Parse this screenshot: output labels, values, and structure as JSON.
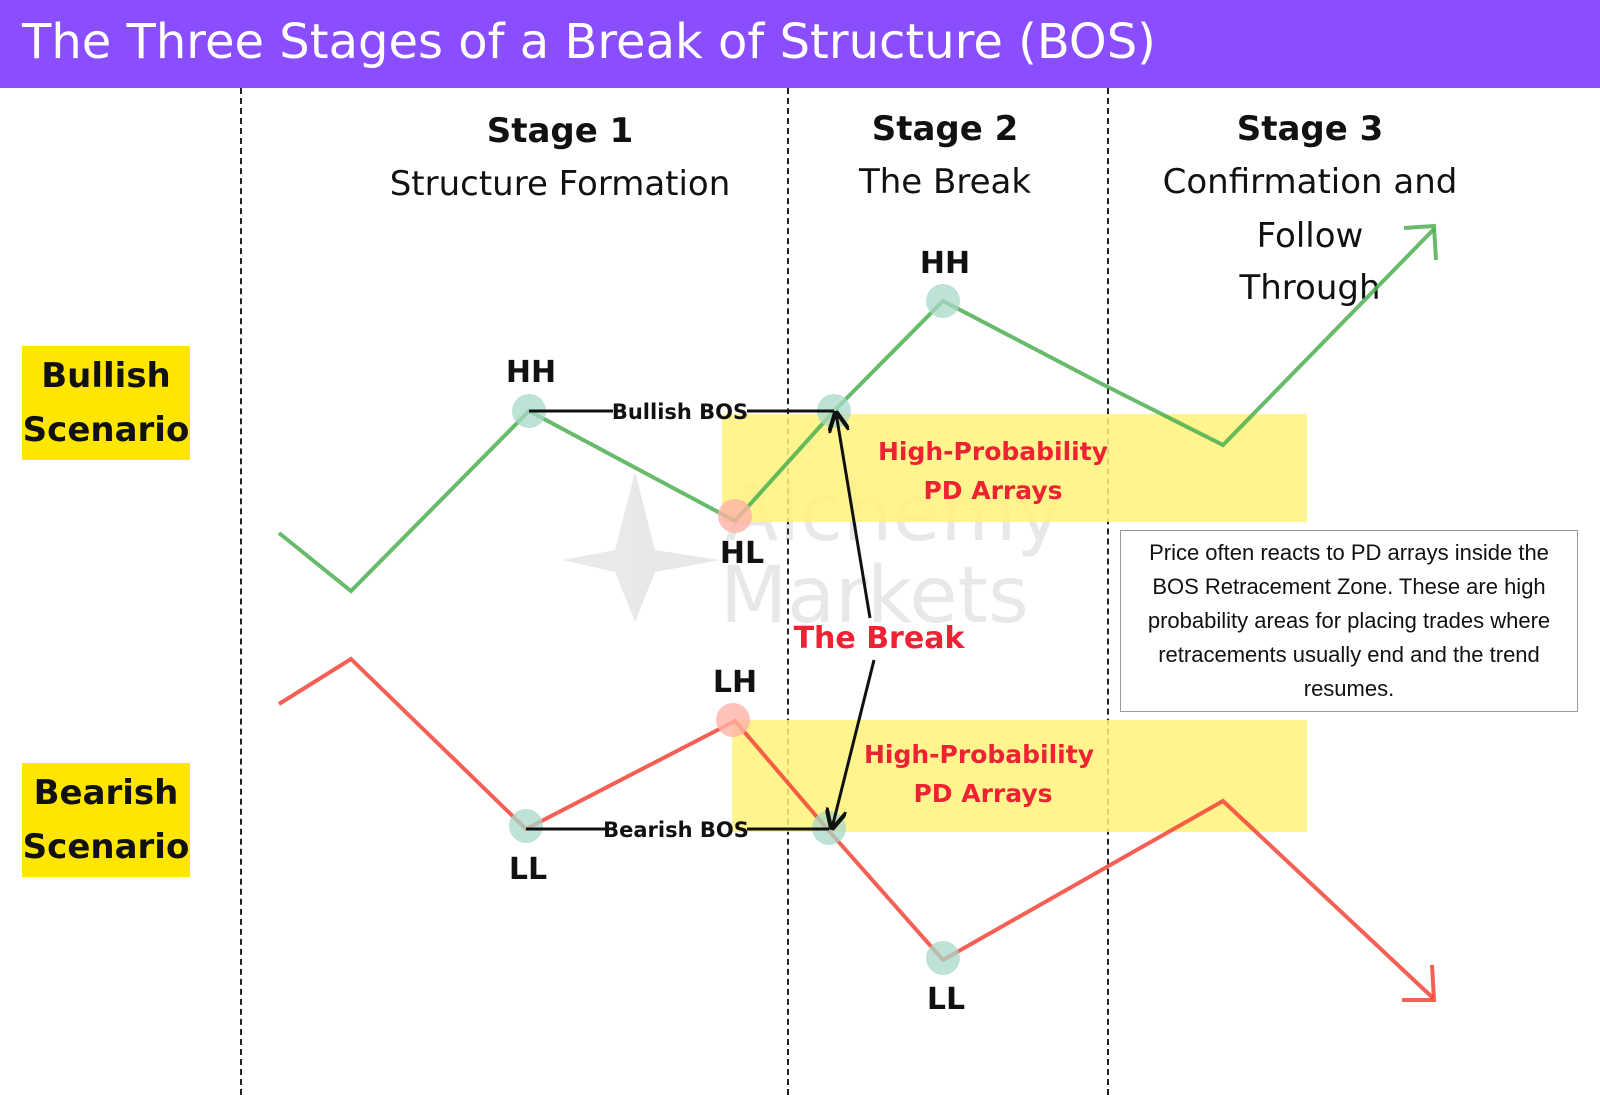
{
  "header": {
    "title": "The Three Stages of a Break of Structure (BOS)"
  },
  "stages": [
    {
      "title": "Stage 1",
      "subtitle": "Structure Formation"
    },
    {
      "title": "Stage 2",
      "subtitle": "The Break"
    },
    {
      "title": "Stage 3",
      "subtitle_line1": "Confirmation and Follow",
      "subtitle_line2": "Through"
    }
  ],
  "scenarios": {
    "bullish": {
      "line1": "Bullish",
      "line2": "Scenario"
    },
    "bearish": {
      "line1": "Bearish",
      "line2": "Scenario"
    }
  },
  "labels": {
    "bullish_stage1_high": "HH",
    "bullish_stage2_high": "HH",
    "bullish_low": "HL",
    "bearish_high": "LH",
    "bearish_stage1_low": "LL",
    "bearish_stage2_low": "LL",
    "bullish_bos": "Bullish BOS",
    "bearish_bos": "Bearish BOS",
    "the_break": "The Break"
  },
  "zones": {
    "upper": {
      "line1": "High-Probability",
      "line2": "PD Arrays"
    },
    "lower": {
      "line1": "High-Probability",
      "line2": "PD Arrays"
    }
  },
  "note": {
    "text": "Price often reacts to PD arrays inside the BOS Retracement Zone. These are high probability areas for placing trades where retracements usually end and the trend resumes."
  },
  "watermark": {
    "line1": "Alchemy",
    "line2": "Markets"
  },
  "colors": {
    "header_bg": "#8a4dff",
    "scenario_bg": "#ffe600",
    "zone_fill": "#fff27a",
    "bullish_line": "#4caf50",
    "bearish_line": "#f44336",
    "accent_text": "#ee2233",
    "swing_dot": "#a8d8c8",
    "hl_dot": "#ffb3a8"
  }
}
